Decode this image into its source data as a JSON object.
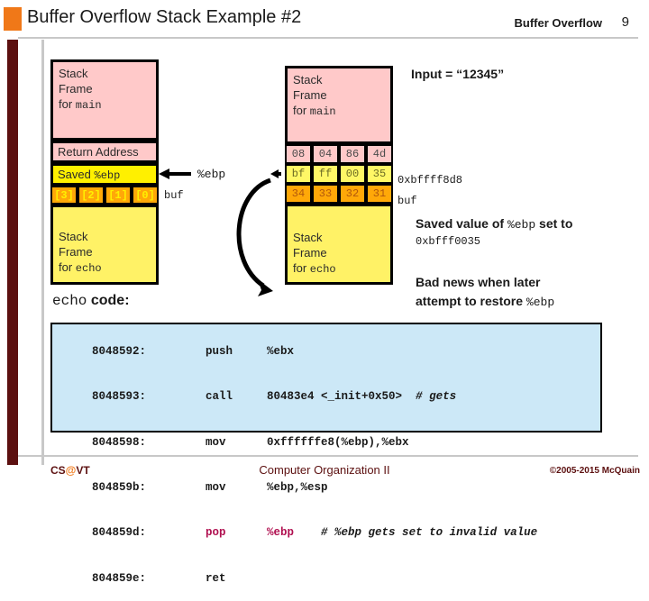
{
  "header": {
    "title": "Buffer Overflow Stack Example #2",
    "topic": "Buffer Overflow",
    "slide_number": "9",
    "accent_color": "#F07818"
  },
  "left_diagram": {
    "main_frame": {
      "line1": "Stack",
      "line2": "Frame",
      "line3_prefix": "for",
      "line3_mono": "main"
    },
    "return_address_label": "Return Address",
    "saved_ebp_label_prefix": "Saved",
    "saved_ebp_label_mono": "%ebp",
    "ebp_pointer_label": "%ebp",
    "buf_cells": [
      "[3]",
      "[2]",
      "[1]",
      "[0]"
    ],
    "buf_label": "buf",
    "echo_frame": {
      "line1": "Stack",
      "line2": "Frame",
      "line3_prefix": "for",
      "line3_mono": "echo"
    }
  },
  "right_diagram": {
    "input_note": "Input = “12345”",
    "main_frame": {
      "line1": "Stack",
      "line2": "Frame",
      "line3_prefix": "for",
      "line3_mono": "main"
    },
    "byte_rows": [
      {
        "name": "return-address-bytes",
        "style": "pink",
        "cells": [
          "08",
          "04",
          "86",
          "4d"
        ],
        "note": ""
      },
      {
        "name": "saved-ebp-bytes",
        "style": "yellow",
        "cells": [
          "bf",
          "ff",
          "00",
          "35"
        ],
        "note": "0xbffff8d8"
      },
      {
        "name": "buf-bytes",
        "style": "orange",
        "cells": [
          "34",
          "33",
          "32",
          "31"
        ],
        "note": "buf"
      }
    ],
    "echo_frame": {
      "line1": "Stack",
      "line2": "Frame",
      "line3_prefix": "for",
      "line3_mono": "echo"
    },
    "notes": [
      {
        "name": "saved-ebp-note",
        "line1_prefix": "Saved value of",
        "line1_mono": "%ebp",
        "line1_suffix": "set to",
        "line2_mono": "0xbfff0035"
      },
      {
        "name": "bad-news-note",
        "line1": "Bad news when later",
        "line2_prefix": "attempt to restore",
        "line2_mono": "%ebp"
      }
    ]
  },
  "echo_code": {
    "label_mono": "echo",
    "label_bold": "code:",
    "highlight_color": "#B01050",
    "lines": [
      {
        "addr": "8048592:",
        "op": "push",
        "args": "%ebx",
        "comment": "",
        "highlight": false
      },
      {
        "addr": "8048593:",
        "op": "call",
        "args": "80483e4 <_init+0x50>",
        "comment": "# gets",
        "highlight": false
      },
      {
        "addr": "8048598:",
        "op": "mov",
        "args": "0xffffffe8(%ebp),%ebx",
        "comment": "",
        "highlight": false
      },
      {
        "addr": "804859b:",
        "op": "mov",
        "args": "%ebp,%esp",
        "comment": "",
        "highlight": false
      },
      {
        "addr": "804859d:",
        "op": "pop",
        "args": "%ebp",
        "comment": "# %ebp gets set to invalid value",
        "highlight": true
      },
      {
        "addr": "804859e:",
        "op": "ret",
        "args": "",
        "comment": "",
        "highlight": false
      }
    ]
  },
  "footer": {
    "left_part1": "CS",
    "left_at": "@",
    "left_part2": "VT",
    "center": "Computer Organization II",
    "right": "©2005-2015 McQuain"
  }
}
